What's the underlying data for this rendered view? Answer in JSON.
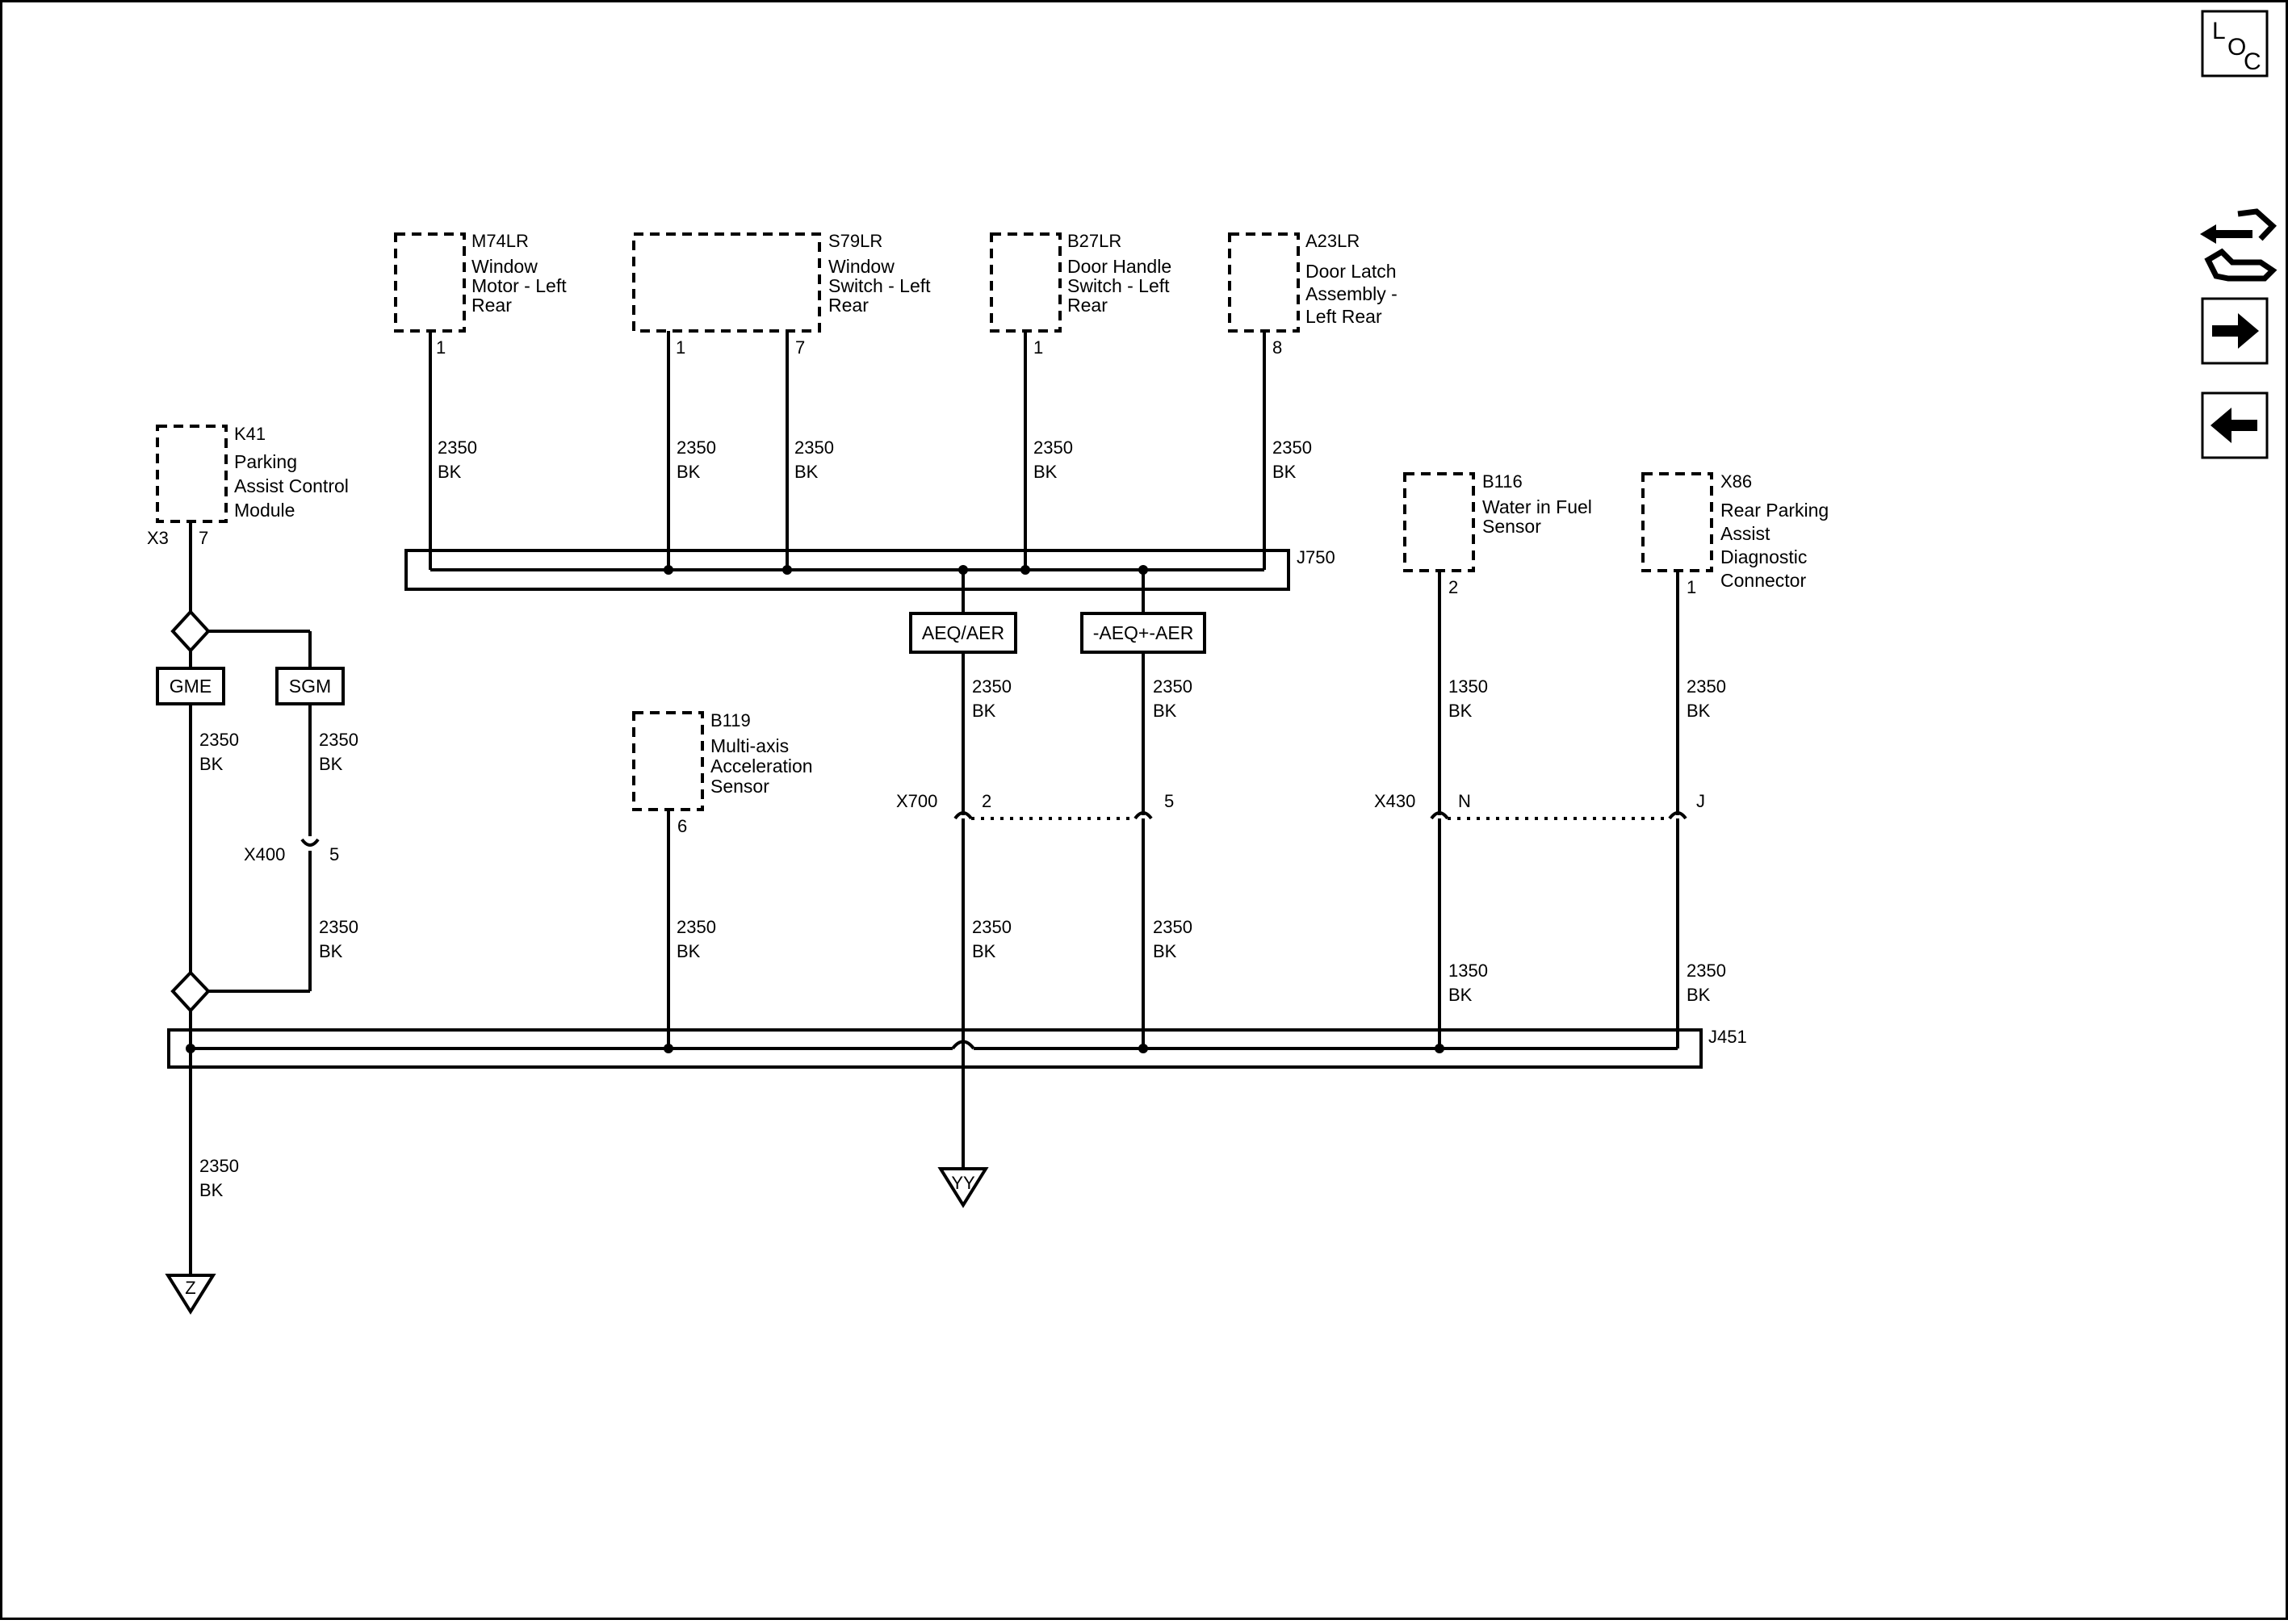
{
  "nav": {
    "loc_label": [
      "L",
      "O",
      "C"
    ],
    "icons": [
      "connector-end-view-icon",
      "next-page-arrow-icon",
      "previous-page-arrow-icon"
    ]
  },
  "components": {
    "m74lr": {
      "id": "M74LR",
      "desc": [
        "Window",
        "Motor - Left",
        "Rear"
      ],
      "pins": [
        "1"
      ]
    },
    "s79lr": {
      "id": "S79LR",
      "desc": [
        "Window",
        "Switch - Left",
        "Rear"
      ],
      "pins": [
        "1",
        "7"
      ]
    },
    "b27lr": {
      "id": "B27LR",
      "desc": [
        "Door Handle",
        "Switch - Left",
        "Rear"
      ],
      "pins": [
        "1"
      ]
    },
    "a23lr": {
      "id": "A23LR",
      "desc": [
        "Door Latch",
        "Assembly -",
        "Left Rear"
      ],
      "pins": [
        "8"
      ]
    },
    "k41": {
      "id": "K41",
      "desc": [
        "Parking",
        "Assist Control",
        "Module"
      ],
      "connector": "X3",
      "pins": [
        "7"
      ]
    },
    "b116": {
      "id": "B116",
      "desc": [
        "Water in Fuel",
        "Sensor"
      ],
      "pins": [
        "2"
      ]
    },
    "x86": {
      "id": "X86",
      "desc": [
        "Rear Parking",
        "Assist",
        "Diagnostic",
        "Connector"
      ],
      "pins": [
        "1"
      ]
    },
    "b119": {
      "id": "B119",
      "desc": [
        "Multi-axis",
        "Acceleration",
        "Sensor"
      ],
      "pins": [
        "6"
      ]
    }
  },
  "splices": {
    "top": "J750",
    "bottom": "J451"
  },
  "options": {
    "gme": "GME",
    "sgm": "SGM",
    "aeq": "AEQ/AER",
    "not_aeq": "-AEQ+-AER"
  },
  "inline_connectors": {
    "x400": {
      "id": "X400",
      "pin": "5"
    },
    "x700": {
      "id": "X700",
      "pins": [
        "2",
        "5"
      ]
    },
    "x430": {
      "id": "X430",
      "pins": [
        "N",
        "J"
      ]
    }
  },
  "wire": {
    "size_2350": "2350",
    "size_1350": "1350",
    "color": "BK"
  },
  "grounds": {
    "z": "Z",
    "yy": "YY"
  }
}
